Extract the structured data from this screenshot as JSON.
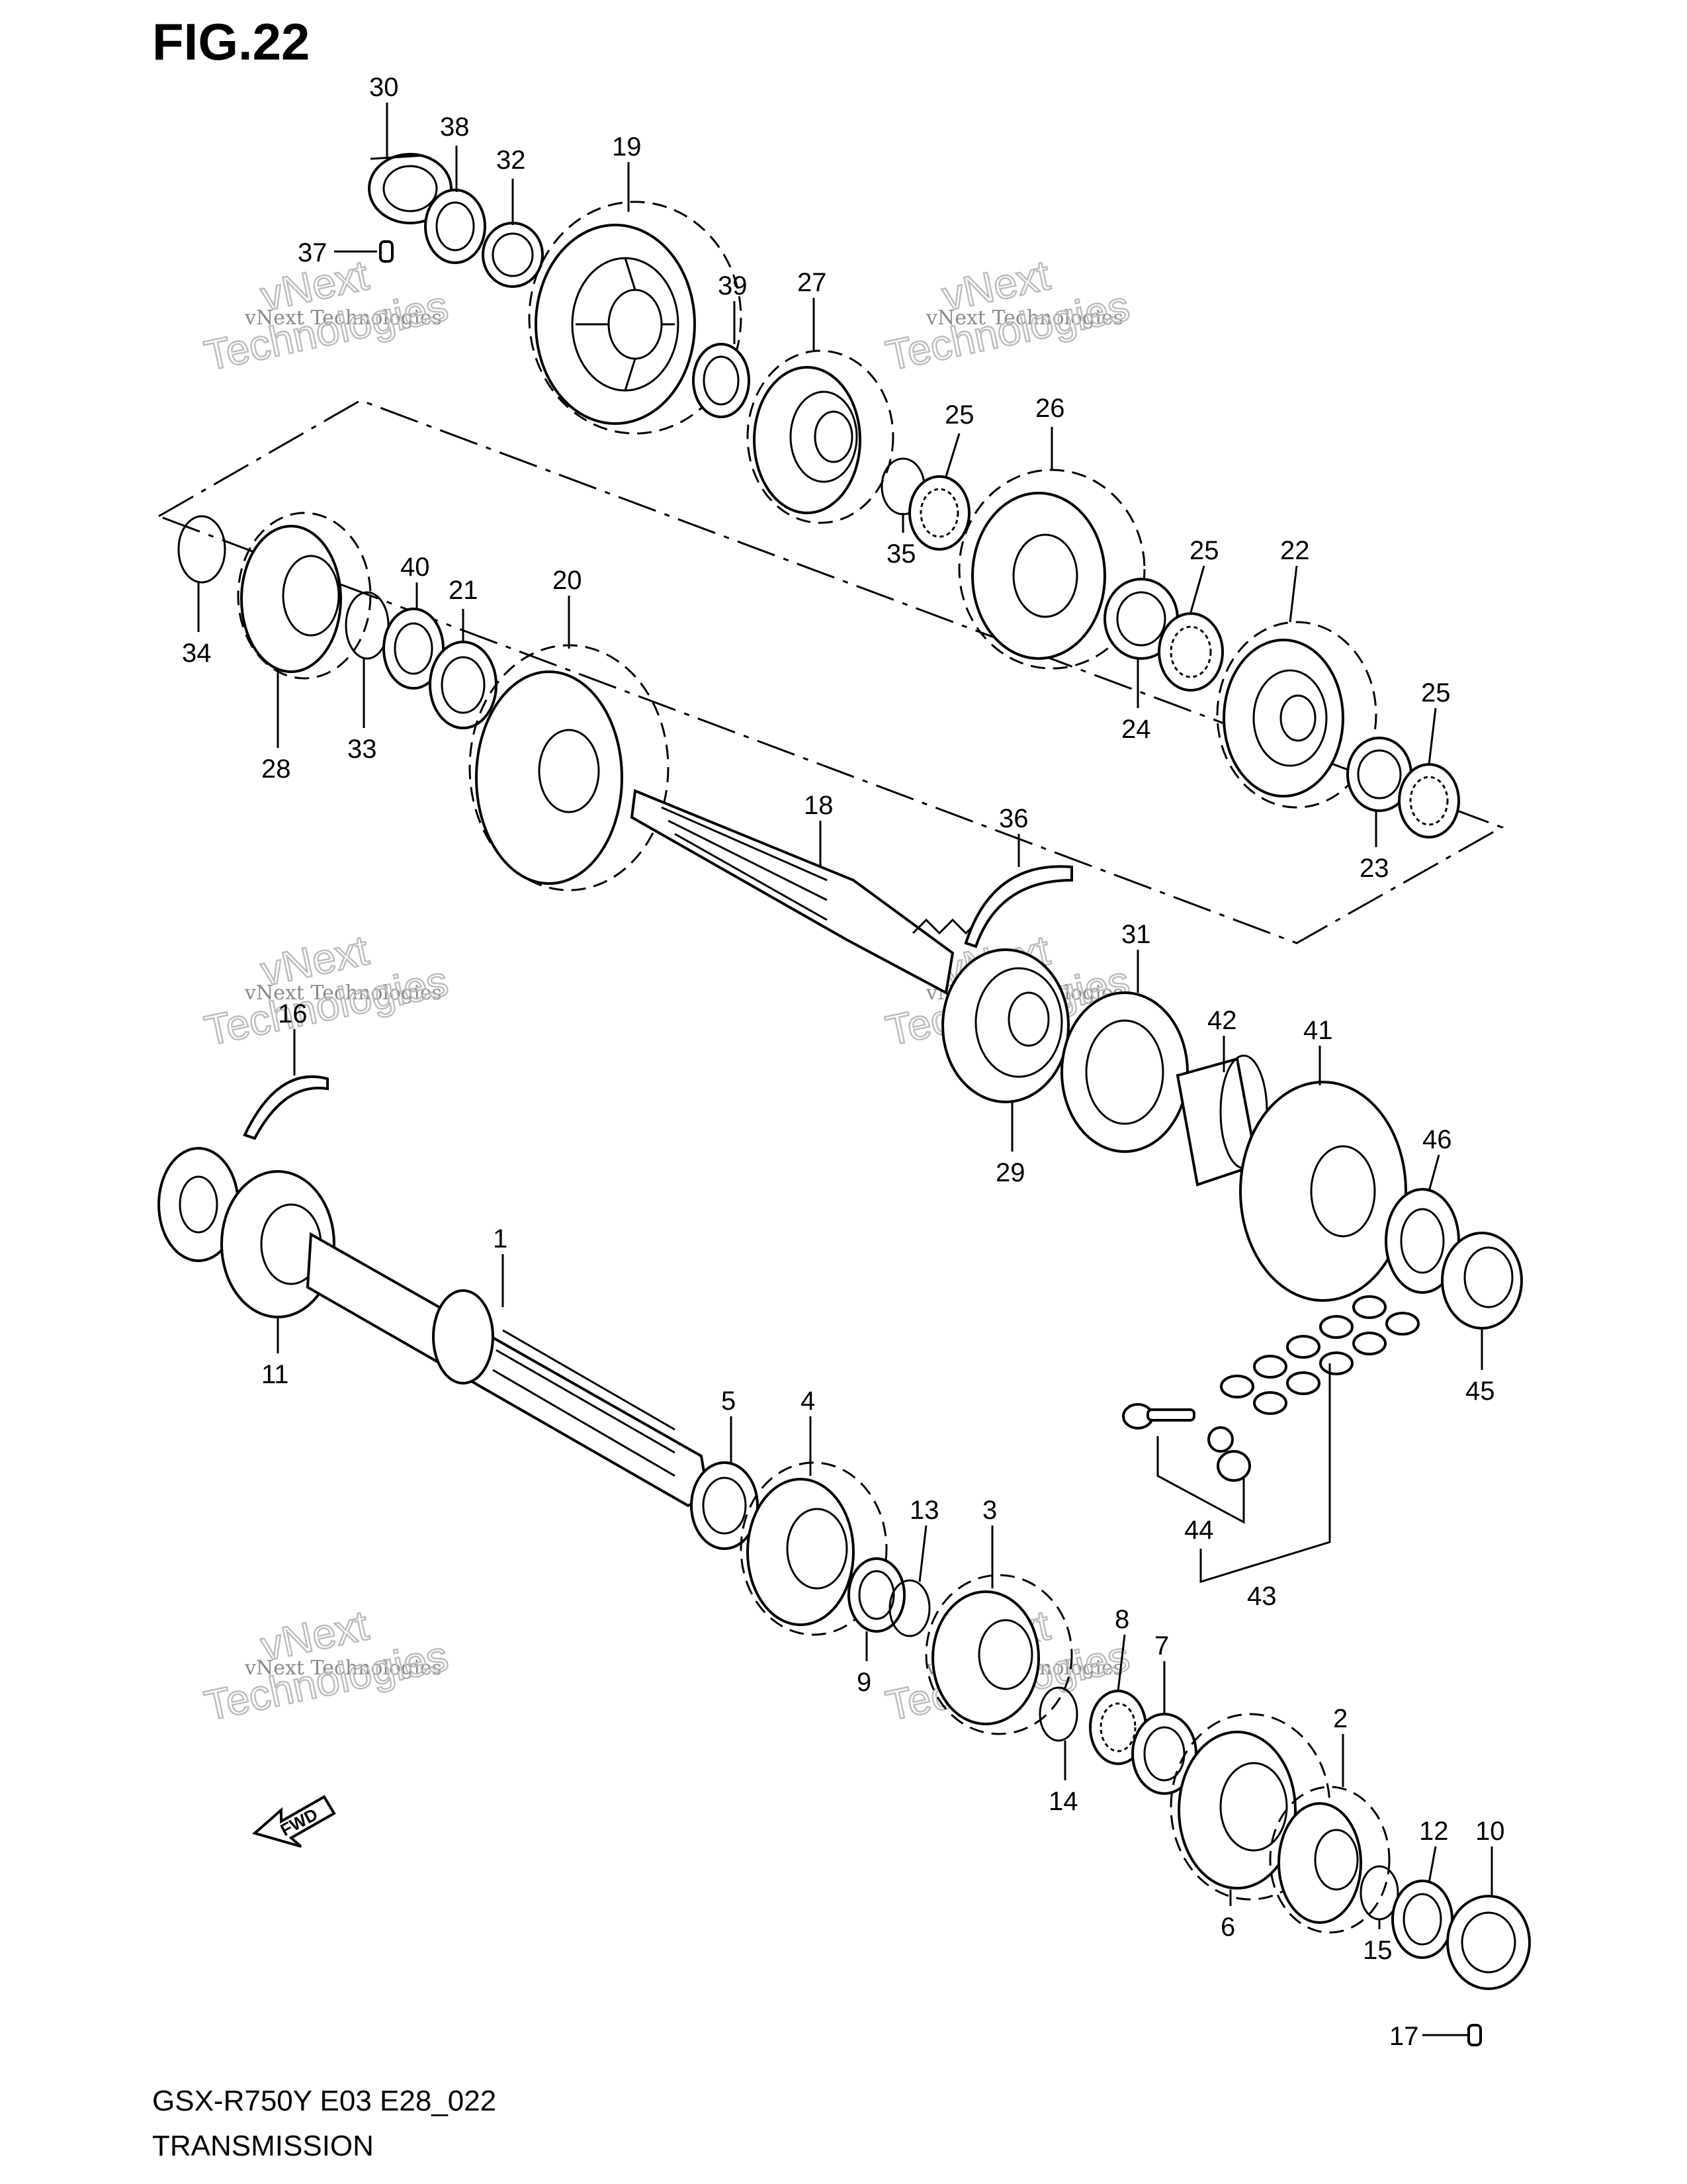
{
  "figure": {
    "title": "FIG.22"
  },
  "footer": {
    "model_code": "GSX-R750Y E03 E28_022",
    "section_name": "TRANSMISSION"
  },
  "watermark": {
    "small_text": "vNext Technologies",
    "big_text": "Technologies",
    "top_text": "vNext"
  },
  "fwd_label": "FWD",
  "part_labels": {
    "p1": "1",
    "p2": "2",
    "p3": "3",
    "p4": "4",
    "p5": "5",
    "p6": "6",
    "p7": "7",
    "p8": "8",
    "p9": "9",
    "p10": "10",
    "p11": "11",
    "p12": "12",
    "p13": "13",
    "p14": "14",
    "p15": "15",
    "p16": "16",
    "p17a": "17",
    "p18": "18",
    "p19": "19",
    "p20": "20",
    "p21": "21",
    "p22": "22",
    "p23": "23",
    "p24": "24",
    "p25a": "25",
    "p25b": "25",
    "p25c": "25",
    "p26": "26",
    "p27": "27",
    "p28": "28",
    "p29": "29",
    "p30": "30",
    "p31": "31",
    "p32": "32",
    "p33": "33",
    "p34": "34",
    "p35": "35",
    "p36": "36",
    "p37": "37",
    "p38": "38",
    "p39": "39",
    "p40": "40",
    "p41": "41",
    "p42": "42",
    "p43": "43",
    "p44": "44",
    "p45": "45",
    "p46": "46"
  }
}
